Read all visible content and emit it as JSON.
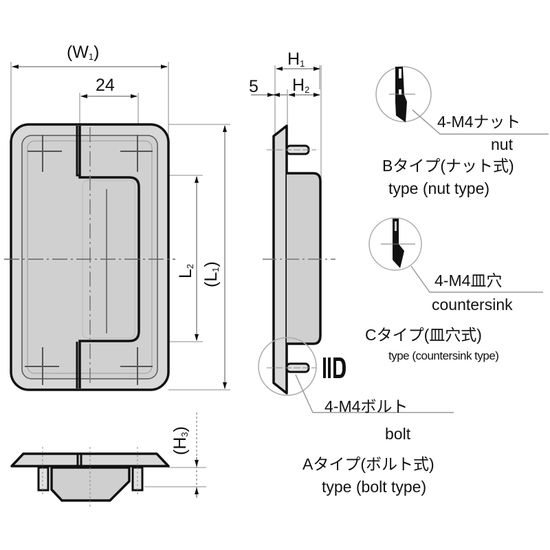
{
  "colors": {
    "outline": "#111111",
    "fill": "#d4d4d4",
    "inner_fill": "#c8c8c8",
    "dim_line": "#9a9a9a",
    "background": "#ffffff"
  },
  "front_view": {
    "dim_width": {
      "text": "(W",
      "sub": "1",
      "close": ")"
    },
    "dim_handle_width": "24",
    "dim_length_outer": {
      "text": "(L",
      "sub": "1",
      "close": ")"
    },
    "dim_length_inner": {
      "text": "L",
      "sub": "2"
    }
  },
  "side_view": {
    "dim_offset": "5",
    "dim_h1": {
      "text": "H",
      "sub": "1"
    },
    "dim_h2": {
      "text": "H",
      "sub": "2"
    },
    "detail_marker": "IID"
  },
  "bottom_view": {
    "dim_h3": {
      "text": "(H",
      "sub": "3",
      "close": ")"
    }
  },
  "callouts": [
    {
      "id": "type-b",
      "spec": "4-M4ナット",
      "spec_en": "nut",
      "type_jp": "Bタイプ(ナット式)",
      "type_en": "type (nut type)"
    },
    {
      "id": "type-c",
      "spec": "4-M4皿穴",
      "spec_en": "countersink",
      "type_jp": "Cタイプ(皿穴式)",
      "type_en": "type (countersink type)"
    },
    {
      "id": "type-a",
      "spec": "4-M4ボルト",
      "spec_en": "bolt",
      "type_jp": "Aタイプ(ボルト式)",
      "type_en": "type (bolt type)"
    }
  ]
}
